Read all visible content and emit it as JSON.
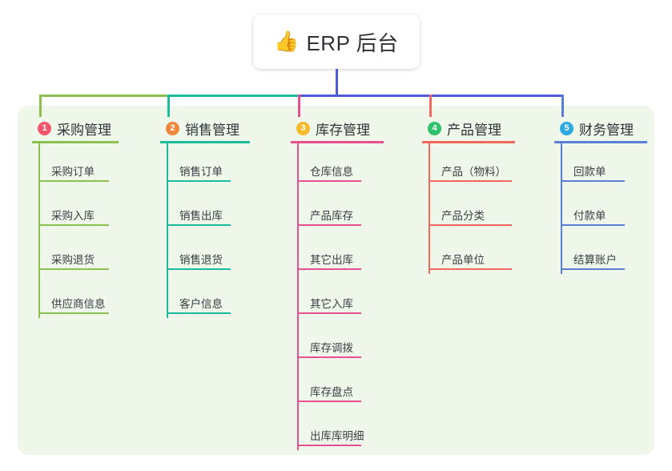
{
  "root": {
    "icon": "thumbs-up-icon",
    "emoji": "👍",
    "title": "ERP 后台"
  },
  "colors": {
    "panel_background": "#eef7e9",
    "page_background": "#ffffff",
    "root_trunk": "#4f5bd5",
    "branch_1": "#8cc152",
    "branch_2": "#1abc9c",
    "branch_3": "#e84f8f",
    "branch_4": "#f1685e",
    "branch_5": "#5b7fd4",
    "badge_1": "#f3556b",
    "badge_2": "#f0893c",
    "badge_3": "#f5b92a",
    "badge_4": "#2ec36a",
    "badge_5": "#2eaae0",
    "text": "#2f3338"
  },
  "branches": [
    {
      "number": "1",
      "title": "采购管理",
      "color": "#8cc152",
      "badge_color": "#f3556b",
      "items": [
        {
          "label": "采购订单"
        },
        {
          "label": "采购入库"
        },
        {
          "label": "采购退货"
        },
        {
          "label": "供应商信息"
        }
      ]
    },
    {
      "number": "2",
      "title": "销售管理",
      "color": "#1abc9c",
      "badge_color": "#f0893c",
      "items": [
        {
          "label": "销售订单"
        },
        {
          "label": "销售出库"
        },
        {
          "label": "销售退货"
        },
        {
          "label": "客户信息"
        }
      ]
    },
    {
      "number": "3",
      "title": "库存管理",
      "color": "#e84f8f",
      "badge_color": "#f5b92a",
      "items": [
        {
          "label": "仓库信息"
        },
        {
          "label": "产品库存"
        },
        {
          "label": "其它出库"
        },
        {
          "label": "其它入库"
        },
        {
          "label": "库存调拨"
        },
        {
          "label": "库存盘点"
        },
        {
          "label": "出库库明细"
        }
      ]
    },
    {
      "number": "4",
      "title": "产品管理",
      "color": "#f1685e",
      "badge_color": "#2ec36a",
      "items": [
        {
          "label": "产品（物料）"
        },
        {
          "label": "产品分类"
        },
        {
          "label": "产品单位"
        }
      ]
    },
    {
      "number": "5",
      "title": "财务管理",
      "color": "#5b7fd4",
      "badge_color": "#2eaae0",
      "items": [
        {
          "label": "回款单"
        },
        {
          "label": "付款单"
        },
        {
          "label": "结算账户"
        }
      ]
    }
  ]
}
